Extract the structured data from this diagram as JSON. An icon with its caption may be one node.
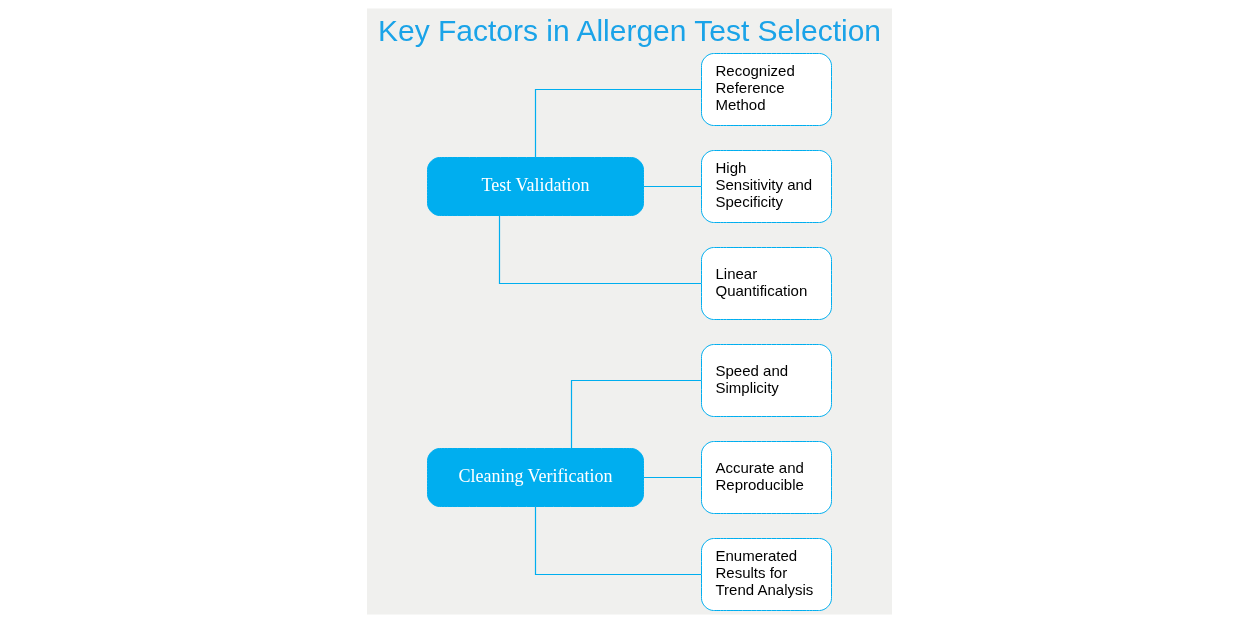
{
  "diagram": {
    "title": "Key Factors in Allergen Test Selection",
    "nodes": [
      {
        "text": [
          "Cleaning Verification"
        ]
      },
      {
        "text": [
          "Speed and Simplicity"
        ]
      },
      {
        "text": [
          "Accurate and Reproducible"
        ]
      },
      {
        "text": [
          "Enumerated Results for Trend Analysis"
        ]
      },
      {
        "text": [
          "Test Validation"
        ]
      },
      {
        "text": [
          "Recognized Reference Method"
        ]
      },
      {
        "text": [
          "High Sensitivity and Specificity"
        ]
      },
      {
        "text": [
          "Linear Quantification"
        ]
      }
    ],
    "edges": [
      {
        "from": 0,
        "to": 1,
        "arrow": "none"
      },
      {
        "from": 0,
        "to": 2,
        "arrow": "none"
      },
      {
        "from": 0,
        "to": 3,
        "arrow": "none"
      },
      {
        "from": 4,
        "to": 5,
        "arrow": "none"
      },
      {
        "from": 4,
        "to": 6,
        "arrow": "none"
      },
      {
        "from": 4,
        "to": 7,
        "arrow": "none"
      }
    ]
  }
}
